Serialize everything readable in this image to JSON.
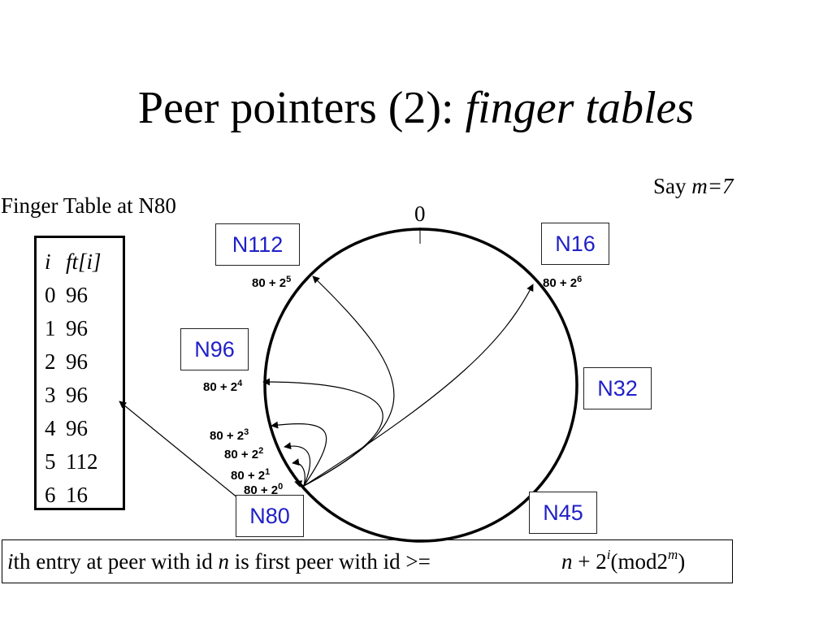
{
  "title": {
    "main": "Peer pointers (2): ",
    "italic": "finger tables"
  },
  "assumption": {
    "prefix": "Say ",
    "value": "m=7"
  },
  "finger_table": {
    "heading": "Finger Table at N80",
    "columns": [
      "i",
      "ft[i]"
    ],
    "rows": [
      [
        "0",
        "96"
      ],
      [
        "1",
        "96"
      ],
      [
        "2",
        "96"
      ],
      [
        "3",
        "96"
      ],
      [
        "4",
        "96"
      ],
      [
        "5",
        "112"
      ],
      [
        "6",
        "16"
      ]
    ]
  },
  "ring": {
    "zero_label": "0",
    "nodes": [
      "N112",
      "N16",
      "N96",
      "N32",
      "N45",
      "N80"
    ],
    "finger_labels": [
      {
        "base": "80 + 2",
        "exp": "5"
      },
      {
        "base": "80 + 2",
        "exp": "6"
      },
      {
        "base": "80 + 2",
        "exp": "4"
      },
      {
        "base": "80 + 2",
        "exp": "3"
      },
      {
        "base": "80 + 2",
        "exp": "2"
      },
      {
        "base": "80 + 2",
        "exp": "1"
      },
      {
        "base": "80 + 2",
        "exp": "0"
      }
    ]
  },
  "formula": {
    "i": "i",
    "part1": "th entry at peer with id ",
    "n": "n",
    "part2": " is first peer with id >= ",
    "math_n": "n",
    "math_plus_two": " + 2",
    "math_exp_i": "i",
    "math_mod": "(mod2",
    "math_exp_m": "m",
    "math_close": ")"
  }
}
